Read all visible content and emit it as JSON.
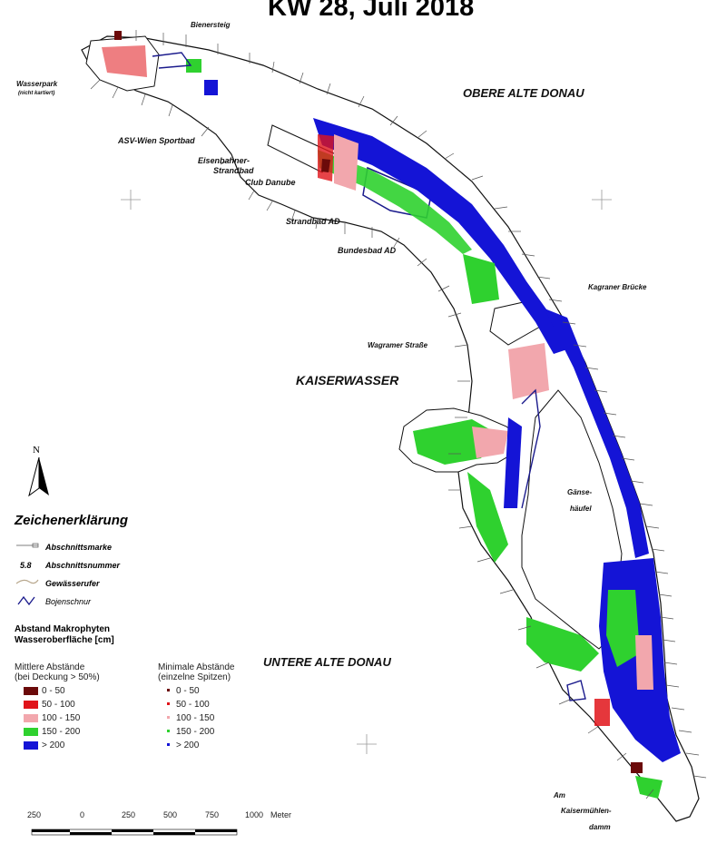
{
  "title": "KW 28, Juli 2018",
  "places": {
    "bienersteig": "Bienersteig",
    "wasserpark": "Wasserpark",
    "wasserpark_note": "(nicht kartiert)",
    "obere_alte_donau": "OBERE ALTE DONAU",
    "asv_wien": "ASV-Wien Sportbad",
    "eisenbahner": "Eisenbahner-",
    "strandbad": "Strandbad",
    "club_danube": "Club Danube",
    "strandbad_ad": "Strandbad AD",
    "bundesbad_ad": "Bundesbad AD",
    "kagraner_bruecke": "Kagraner Brücke",
    "wagramer_strasse": "Wagramer Straße",
    "kaiserwasser": "KAISERWASSER",
    "gaense": "Gänse-",
    "haeufel": "häufel",
    "untere_alte_donau": "UNTERE ALTE DONAU",
    "am": "Am",
    "kaisermuehlen": "Kaisermühlen-",
    "damm": "damm"
  },
  "legend": {
    "title": "Zeichenerklärung",
    "north": "N",
    "items": {
      "abschnittsmarke": "Abschnittsmarke",
      "abschnittsnummer_sample": "5.8",
      "abschnittsnummer": "Abschnittsnummer",
      "gewaesserufer": "Gewässerufer",
      "bojenschnur": "Bojenschnur"
    },
    "heading_line1": "Abstand Makrophyten",
    "heading_line2": "Wasseroberfläche [cm]",
    "mean_title1": "Mittlere Abstände",
    "mean_title2": "(bei Deckung > 50%)",
    "min_title1": "Minimale Abstände",
    "min_title2": "(einzelne Spitzen)",
    "classes": [
      {
        "label": "0 - 50",
        "color": "#6b0a0a"
      },
      {
        "label": "50 - 100",
        "color": "#e0141a"
      },
      {
        "label": "100 - 150",
        "color": "#f2a7ad"
      },
      {
        "label": "150 - 200",
        "color": "#2fd12f"
      },
      {
        "label": "> 200",
        "color": "#1414d6"
      }
    ]
  },
  "scale": {
    "labels": [
      "250",
      "0",
      "250",
      "500",
      "750",
      "1000"
    ],
    "unit": "Meter"
  },
  "colors": {
    "outline": "#111111",
    "buoy": "#1a1a8c",
    "shore": "#b9a98f"
  }
}
